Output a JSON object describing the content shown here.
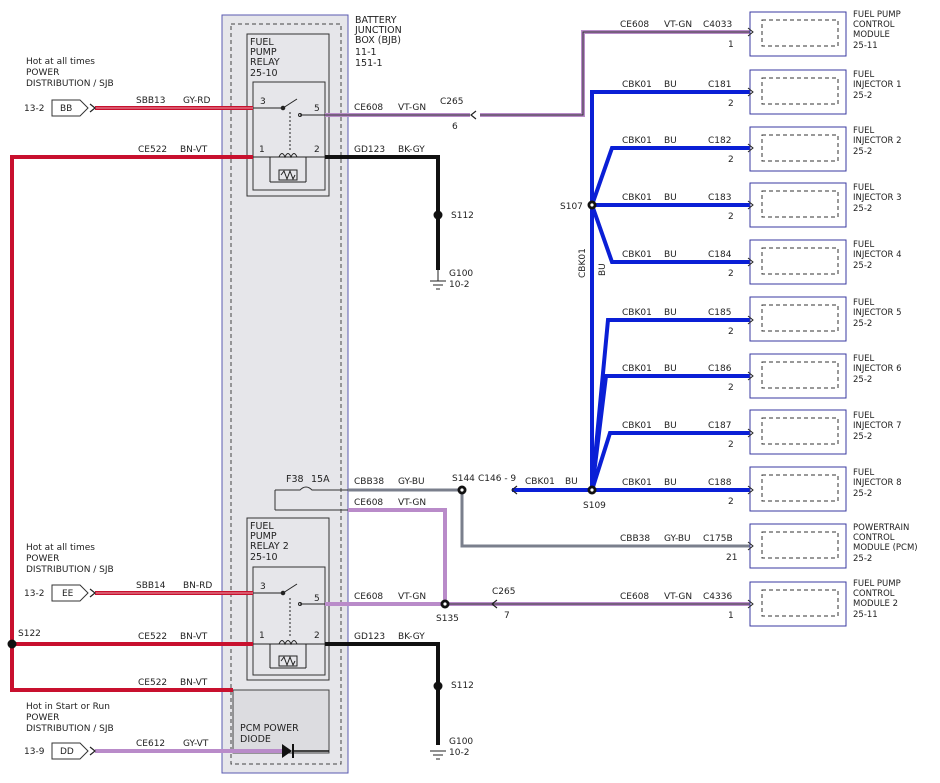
{
  "bjb": {
    "line1": "BATTERY",
    "line2": "JUNCTION",
    "line3": "BOX (BJB)",
    "ref1": "11-1",
    "ref2": "151-1"
  },
  "relay1": {
    "l1": "FUEL",
    "l2": "PUMP",
    "l3": "RELAY",
    "ref": "25-10",
    "p1": "1",
    "p2": "2",
    "p3": "3",
    "p5": "5"
  },
  "relay2": {
    "l1": "FUEL",
    "l2": "PUMP",
    "l3": "RELAY 2",
    "ref": "25-10",
    "p1": "1",
    "p2": "2",
    "p3": "3",
    "p5": "5"
  },
  "fuse": {
    "name": "F38",
    "rating": "15A"
  },
  "diode": {
    "l1": "PCM POWER",
    "l2": "DIODE"
  },
  "sources": [
    {
      "l1": "Hot at all times",
      "l2": "POWER",
      "l3": "DISTRIBUTION / SJB",
      "ref": "13-2",
      "pin": "BB",
      "circuit": "SBB13",
      "color": "GY-RD"
    },
    {
      "l1": "Hot at all times",
      "l2": "POWER",
      "l3": "DISTRIBUTION / SJB",
      "ref": "13-2",
      "pin": "EE",
      "circuit": "SBB14",
      "color": "BN-RD"
    },
    {
      "l1": "Hot in Start or Run",
      "l2": "POWER",
      "l3": "DISTRIBUTION / SJB",
      "ref": "13-9",
      "pin": "DD",
      "circuit": "CE612",
      "color": "GY-VT"
    }
  ],
  "wires": {
    "ce522_top": {
      "c": "CE522",
      "col": "BN-VT"
    },
    "ce522_mid": {
      "c": "CE522",
      "col": "BN-VT"
    },
    "ce522_bot": {
      "c": "CE522",
      "col": "BN-VT"
    },
    "ce608_r1": {
      "c": "CE608",
      "col": "VT-GN"
    },
    "ce608_r2": {
      "c": "CE608",
      "col": "VT-GN"
    },
    "ce608_top": {
      "c": "CE608",
      "col": "VT-GN"
    },
    "ce608_fp": {
      "c": "CE608",
      "col": "VT-GN"
    },
    "ce608_fp2": {
      "c": "CE608",
      "col": "VT-GN"
    },
    "gd123_1": {
      "c": "GD123",
      "col": "BK-GY"
    },
    "gd123_2": {
      "c": "GD123",
      "col": "BK-GY"
    },
    "cbb38_fuse": {
      "c": "CBB38",
      "col": "GY-BU"
    },
    "cbb38_pcm": {
      "c": "CBB38",
      "col": "GY-BU"
    },
    "cbk01_main": {
      "c": "CBK01",
      "col": "BU"
    },
    "cbk01_trunk_c": "CBK01",
    "cbk01_trunk_col": "BU"
  },
  "connectors": {
    "c265_a": "C265",
    "c265_a_pin": "6",
    "c265_b": "C265",
    "c265_b_pin": "7",
    "c146": "C146 - 9",
    "c4033": "C4033",
    "c4033_pin": "1",
    "c4336": "C4336",
    "c4336_pin": "1",
    "c175b": "C175B",
    "c175b_pin": "21"
  },
  "splices": {
    "s107": "S107",
    "s109": "S109",
    "s144": "S144",
    "s135": "S135",
    "s122": "S122",
    "s112a": "S112",
    "s112b": "S112"
  },
  "grounds": [
    {
      "name": "G100",
      "ref": "10-2"
    },
    {
      "name": "G100",
      "ref": "10-2"
    }
  ],
  "injectors": [
    {
      "c": "CBK01",
      "col": "BU",
      "conn": "C181",
      "pin": "2",
      "l1": "FUEL",
      "l2": "INJECTOR 1",
      "ref": "25-2"
    },
    {
      "c": "CBK01",
      "col": "BU",
      "conn": "C182",
      "pin": "2",
      "l1": "FUEL",
      "l2": "INJECTOR 2",
      "ref": "25-2"
    },
    {
      "c": "CBK01",
      "col": "BU",
      "conn": "C183",
      "pin": "2",
      "l1": "FUEL",
      "l2": "INJECTOR 3",
      "ref": "25-2"
    },
    {
      "c": "CBK01",
      "col": "BU",
      "conn": "C184",
      "pin": "2",
      "l1": "FUEL",
      "l2": "INJECTOR 4",
      "ref": "25-2"
    },
    {
      "c": "CBK01",
      "col": "BU",
      "conn": "C185",
      "pin": "2",
      "l1": "FUEL",
      "l2": "INJECTOR 5",
      "ref": "25-2"
    },
    {
      "c": "CBK01",
      "col": "BU",
      "conn": "C186",
      "pin": "2",
      "l1": "FUEL",
      "l2": "INJECTOR 6",
      "ref": "25-2"
    },
    {
      "c": "CBK01",
      "col": "BU",
      "conn": "C187",
      "pin": "2",
      "l1": "FUEL",
      "l2": "INJECTOR 7",
      "ref": "25-2"
    },
    {
      "c": "CBK01",
      "col": "BU",
      "conn": "C188",
      "pin": "2",
      "l1": "FUEL",
      "l2": "INJECTOR 8",
      "ref": "25-2"
    }
  ],
  "modules": {
    "fpcm1": {
      "l1": "FUEL PUMP",
      "l2": "CONTROL",
      "l3": "MODULE",
      "ref": "25-11"
    },
    "pcm": {
      "l1": "POWERTRAIN",
      "l2": "CONTROL",
      "l3": "MODULE (PCM)",
      "ref": "25-2"
    },
    "fpcm2": {
      "l1": "FUEL PUMP",
      "l2": "CONTROL",
      "l3": "MODULE 2",
      "ref": "25-11"
    }
  },
  "colors": {
    "red": "#c8102e",
    "violet": "#b98bc9",
    "blue": "#0a1fd6",
    "black": "#111111",
    "gray": "#7a7f8c",
    "frame": "#5a5ab0"
  }
}
